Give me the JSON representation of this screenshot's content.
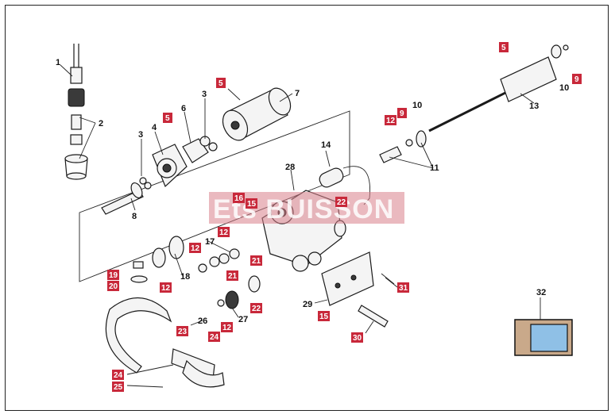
{
  "watermark": {
    "text": "Ets BUISSON"
  },
  "colors": {
    "callout_red": "#c8283a",
    "insulation_blue": "#8fc0e6",
    "lining_pattern": "#c9a98a"
  },
  "labels": {
    "l1": "1",
    "l2": "2",
    "l3a": "3",
    "l3b": "3",
    "l4": "4",
    "l6": "6",
    "l7": "7",
    "l8": "8",
    "l10a": "10",
    "l10b": "10",
    "l11": "11",
    "l13": "13",
    "l14": "14",
    "l17": "17",
    "l18": "18",
    "l26": "26",
    "l27": "27",
    "l28": "28",
    "l29": "29",
    "l32": "32"
  },
  "red_labels": {
    "r5a": "5",
    "r5b": "5",
    "r5c": "5",
    "r9a": "9",
    "r9b": "9",
    "r12a": "12",
    "r12b": "12",
    "r12c": "12",
    "r12d": "12",
    "r12e": "12",
    "r15a": "15",
    "r15b": "15",
    "r16": "16",
    "r19": "19",
    "r20": "20",
    "r21a": "21",
    "r21b": "21",
    "r22a": "22",
    "r22b": "22",
    "r23": "23",
    "r24a": "24",
    "r24b": "24",
    "r25": "25",
    "r30": "30",
    "r31": "31"
  }
}
